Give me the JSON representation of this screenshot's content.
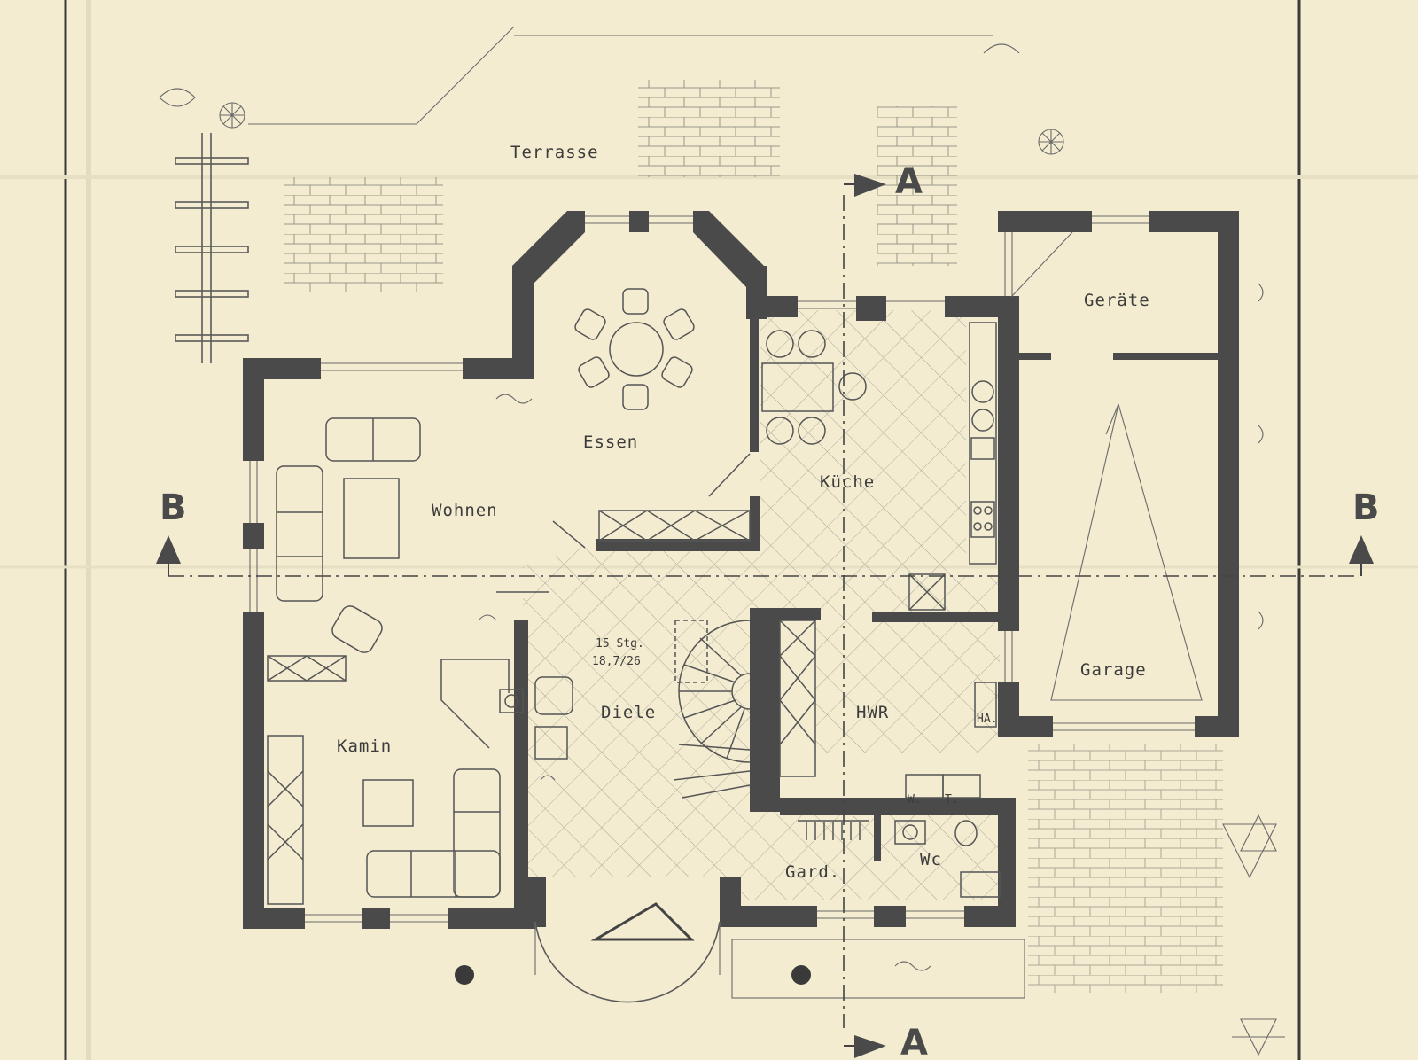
{
  "drawing": {
    "paper_color": "#f3ecd0",
    "ink_color": "#4a4a4a"
  },
  "rooms": {
    "terrasse": "Terrasse",
    "essen": "Essen",
    "wohnen": "Wohnen",
    "kueche": "Küche",
    "geraete": "Geräte",
    "garage": "Garage",
    "kamin": "Kamin",
    "diele": "Diele",
    "hwr": "HWR",
    "gard": "Gard.",
    "wc": "Wc"
  },
  "annotations": {
    "stair_steps": "15 Stg.",
    "stair_dims": "18,7/26",
    "ha": "HA.",
    "w": "W.",
    "t": "T."
  },
  "section_markers": {
    "a_top": "A",
    "a_bottom": "A",
    "b_left": "B",
    "b_right": "B"
  }
}
